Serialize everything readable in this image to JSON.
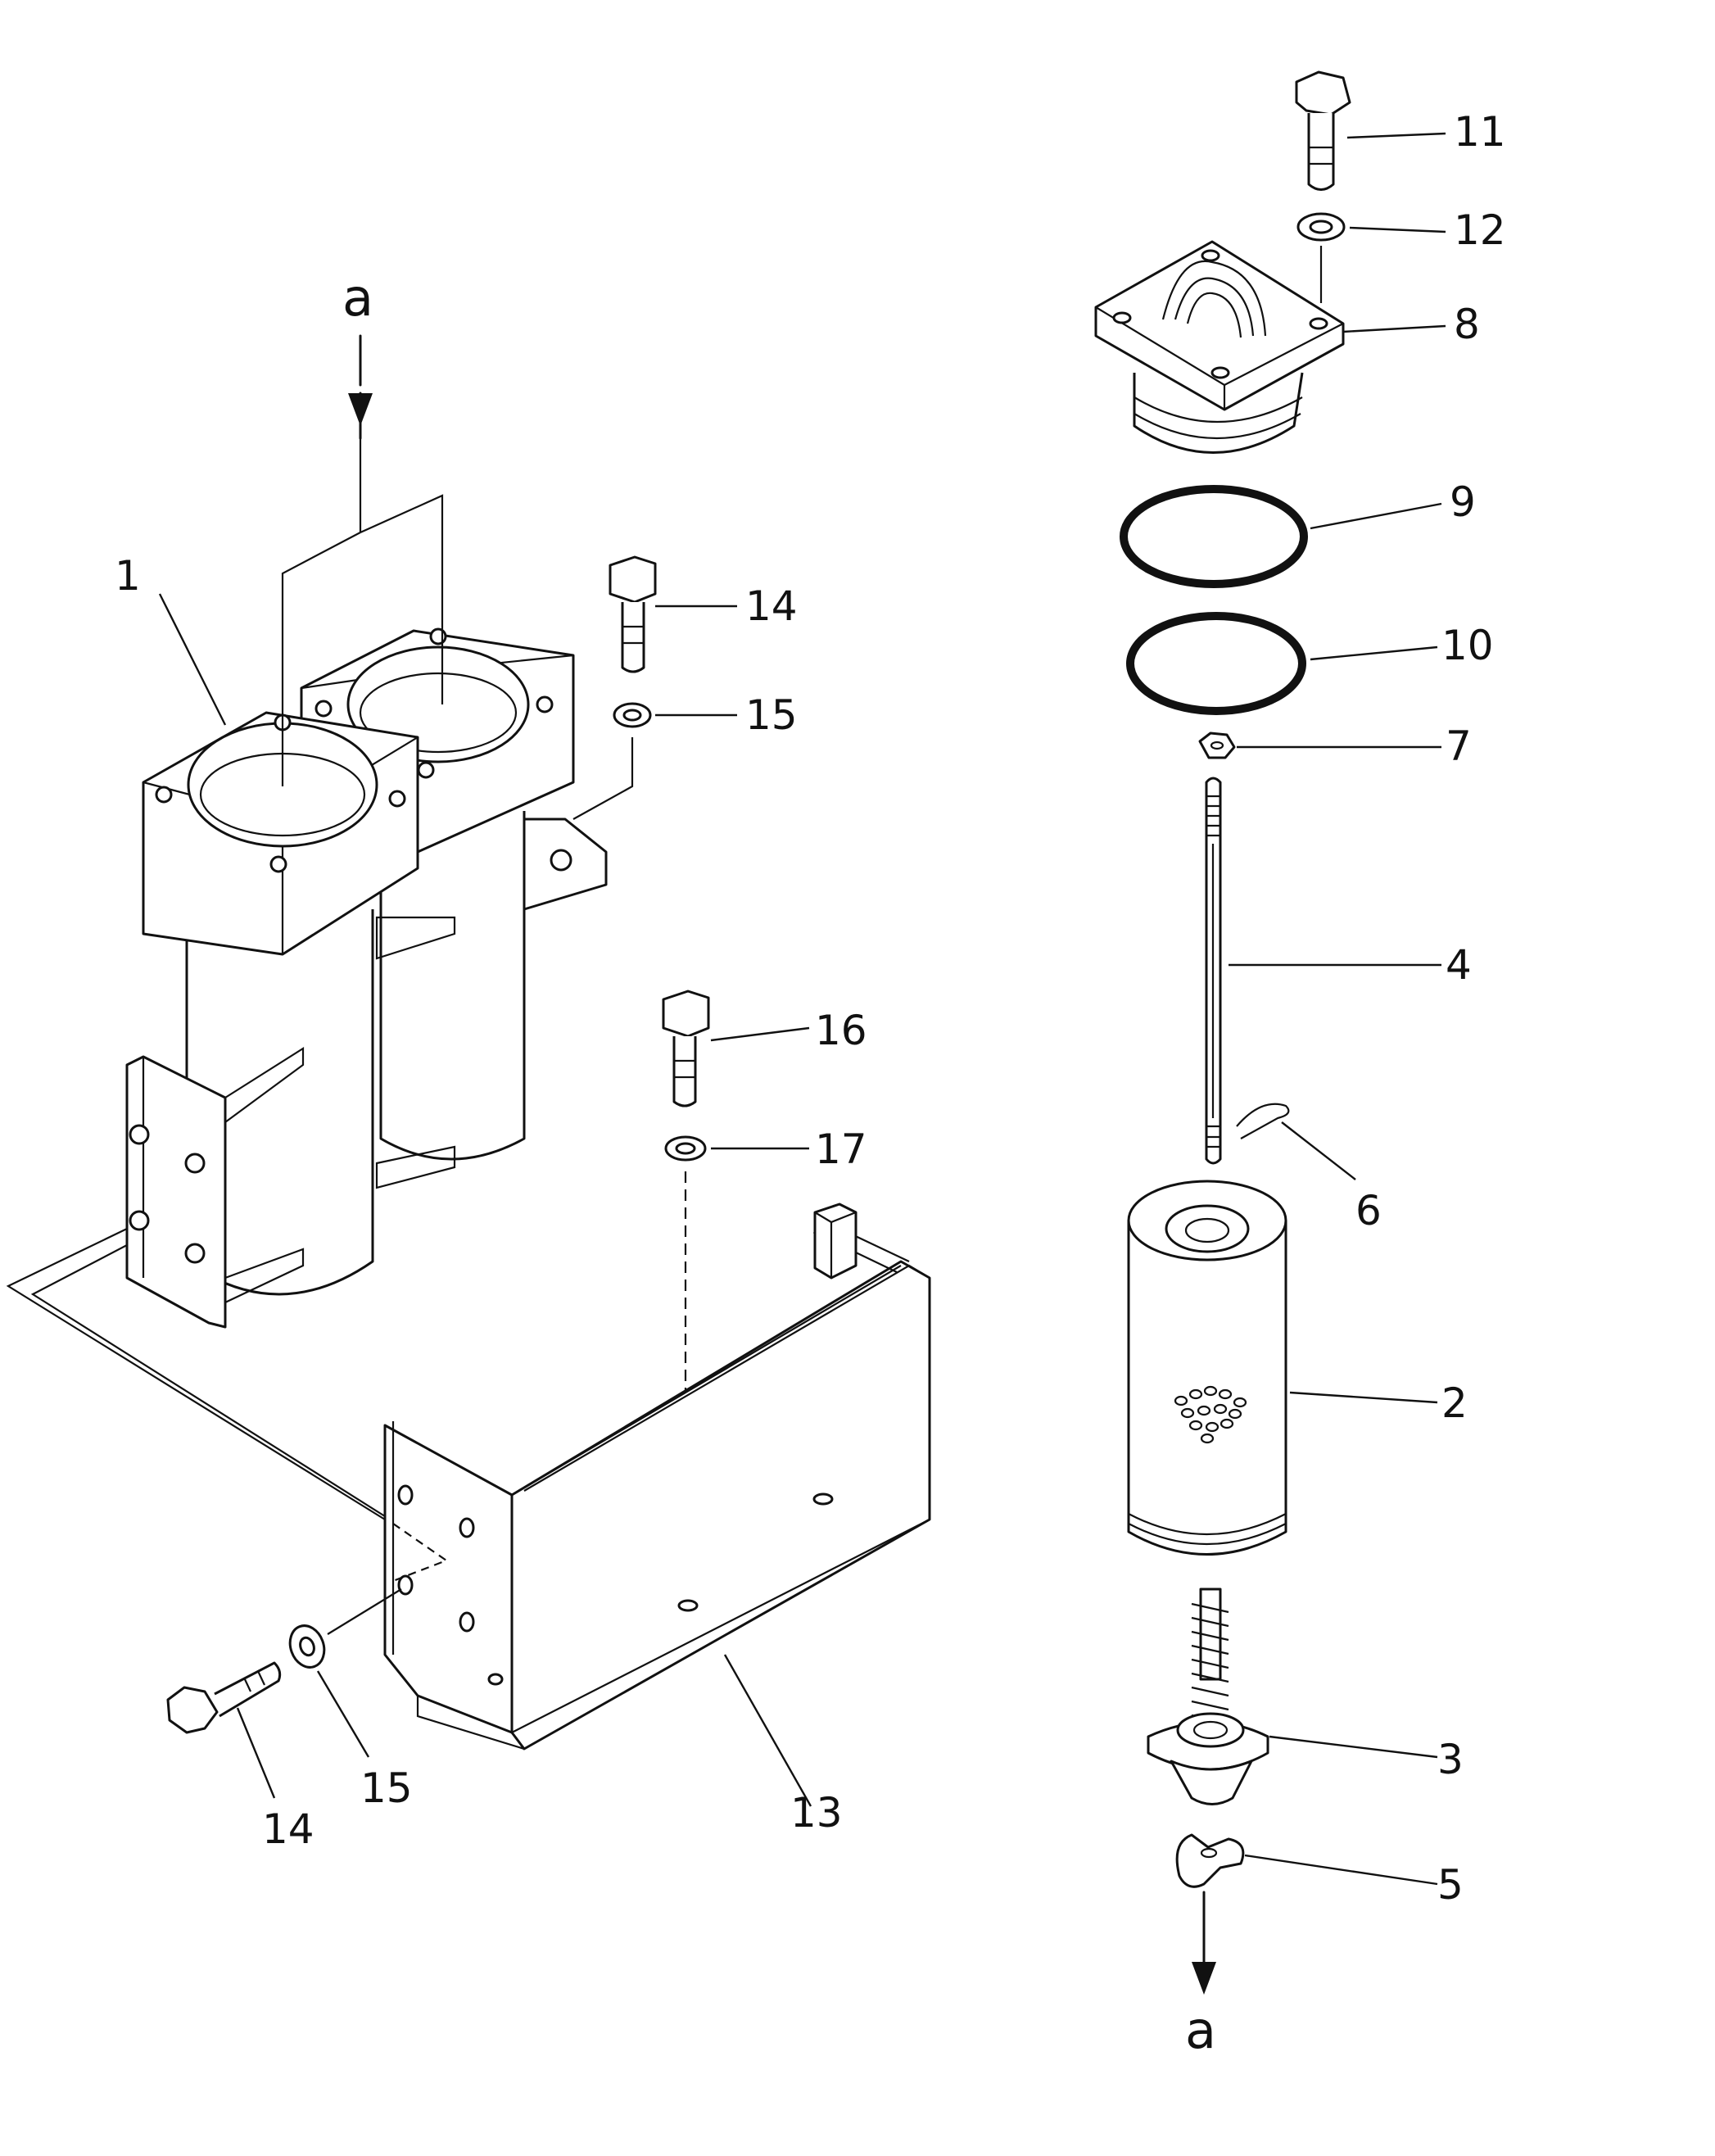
{
  "callouts": {
    "c1": "1",
    "c2": "2",
    "c3": "3",
    "c4": "4",
    "c5": "5",
    "c6": "6",
    "c7": "7",
    "c8": "8",
    "c9": "9",
    "c10": "10",
    "c11": "11",
    "c12": "12",
    "c13": "13",
    "c14a": "14",
    "c14b": "14",
    "c15a": "15",
    "c15b": "15",
    "c16": "16",
    "c17": "17"
  },
  "reference_marks": {
    "top": "a",
    "bottom": "a"
  }
}
